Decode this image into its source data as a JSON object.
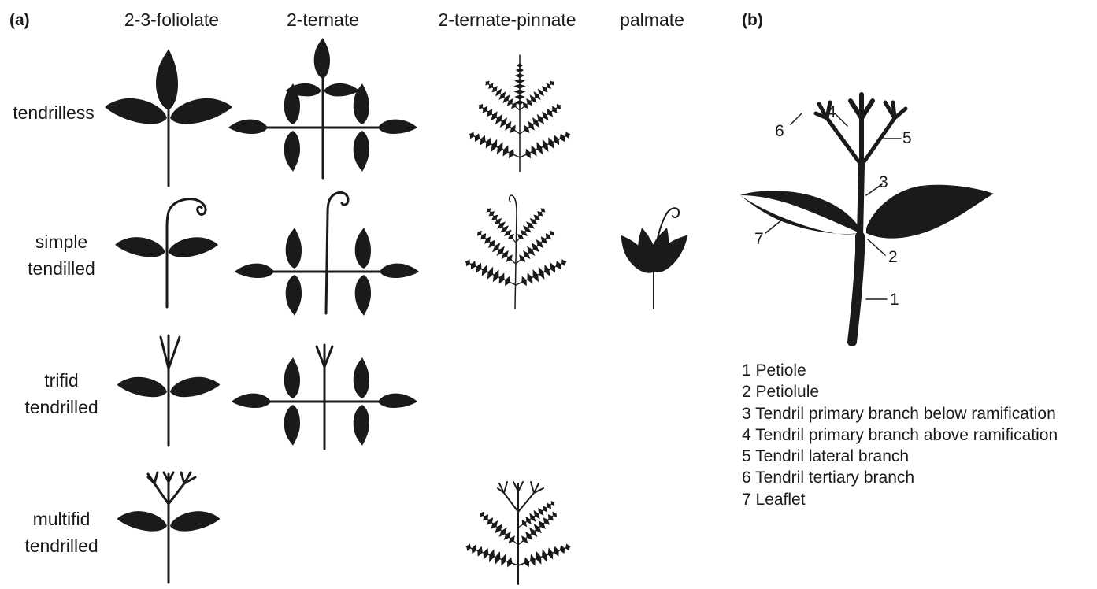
{
  "panel_a_label": "(a)",
  "panel_b_label": "(b)",
  "columns": [
    "2-3-foliolate",
    "2-ternate",
    "2-ternate-pinnate",
    "palmate"
  ],
  "rows": [
    {
      "line1": "tendrilless",
      "line2": ""
    },
    {
      "line1": "simple",
      "line2": "tendilled"
    },
    {
      "line1": "trifid",
      "line2": "tendrilled"
    },
    {
      "line1": "multifid",
      "line2": "tendrilled"
    }
  ],
  "callouts": [
    "1",
    "2",
    "3",
    "4",
    "5",
    "6",
    "7"
  ],
  "legend": [
    "1 Petiole",
    "2 Petiolule",
    "3 Tendril primary branch below ramification",
    "4 Tendril primary branch above ramification",
    "5 Tendril lateral branch",
    "6 Tendril tertiary branch",
    "7 Leaflet"
  ]
}
